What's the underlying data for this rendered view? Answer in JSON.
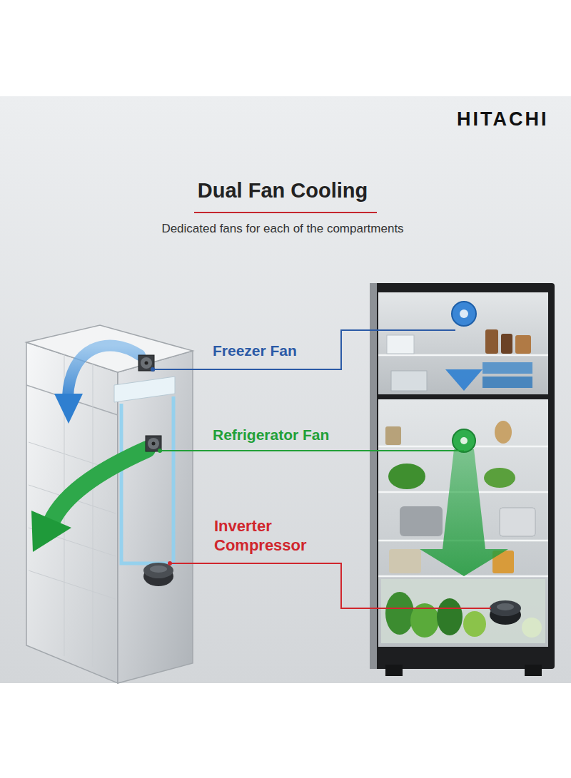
{
  "diagram": {
    "title": "Dual Fan Cooling",
    "caption": "Dedicated fans for each of the compartments",
    "labels": [
      "HITACHI",
      "Freezer Fan",
      "Refrigerator Fan",
      "Inverter Compressor"
    ]
  }
}
